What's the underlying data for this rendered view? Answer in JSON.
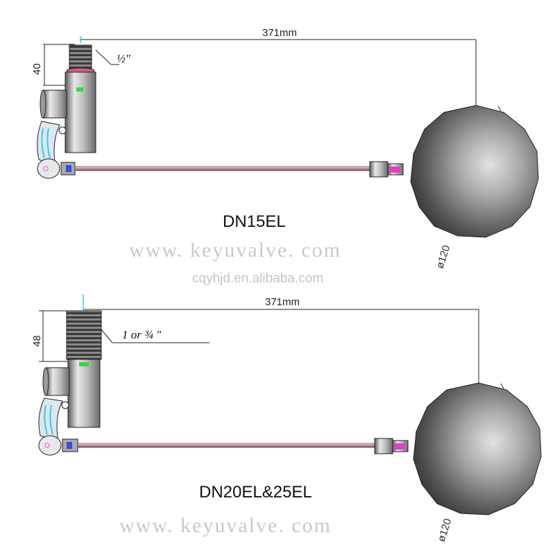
{
  "diagrams": [
    {
      "model": "DN15EL",
      "length_dim": "371mm",
      "height_dim": "40",
      "thread_label": "½\"",
      "ball_dim": "ø120"
    },
    {
      "model": "DN20EL&25EL",
      "length_dim": "371mm",
      "height_dim": "48",
      "thread_label": "1 or ¾ \"",
      "ball_dim": "ø120"
    }
  ],
  "watermarks": {
    "site": "www. keyuvalve. com",
    "domain": "cqyhjd.en.alibaba.com"
  },
  "colors": {
    "ball_dark": "#3a3a3a",
    "ball_light": "#dcdcdc",
    "rod": "#c98aa0",
    "accent_pink": "#e040c0",
    "accent_green": "#39d839",
    "accent_cyan": "#39c8e8",
    "accent_blue": "#3050e0"
  }
}
